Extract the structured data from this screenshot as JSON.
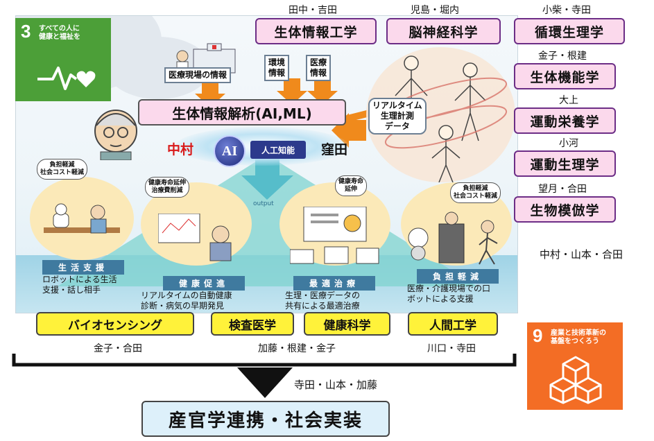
{
  "sdg3": {
    "number": "3",
    "text_line1": "すべての人に",
    "text_line2": "健康と福祉を"
  },
  "sdg9": {
    "number": "9",
    "text_line1": "産業と技術革新の",
    "text_line2": "基盤をつくろう"
  },
  "top_names": {
    "col1": "田中・吉田",
    "col2": "児島・堀内",
    "col3": "小柴・寺田"
  },
  "top_fields": {
    "col1": "生体情報工学",
    "col2": "脳神経科学",
    "col3": "循環生理学"
  },
  "right_column": [
    {
      "names": "金子・根建",
      "field": "生体機能学"
    },
    {
      "names": "大上",
      "field": "運動栄養学"
    },
    {
      "names": "小河",
      "field": "運動生理学"
    },
    {
      "names": "望月・合田",
      "field": "生物模倣学"
    }
  ],
  "right_extra_names": "中村・山本・合田",
  "illustration": {
    "medical_info": "医療現場の情報",
    "env_info_1": "環境",
    "env_info_2": "情報",
    "med_info_1": "医療",
    "med_info_2": "情報",
    "central_title": "生体情報解析(AI,ML)",
    "ai_label": "AI",
    "ai_sub": "人工知能",
    "left_name": "中村",
    "right_name": "窪田",
    "realtime_1": "リアルタイム",
    "realtime_2": "生理計測",
    "realtime_3": "データ",
    "output": "output",
    "bubble1_1": "負担軽減",
    "bubble1_2": "社会コスト軽減",
    "bubble2_1": "健康寿命延伸",
    "bubble2_2": "治療費削減",
    "bubble3_1": "健康寿命",
    "bubble3_2": "延伸",
    "bubble4_1": "負担軽減",
    "bubble4_2": "社会コスト軽減"
  },
  "panels": [
    {
      "tag": "生活支援",
      "cap1": "ロボットによる生活",
      "cap2": "支援・話し相手"
    },
    {
      "tag": "健康促進",
      "cap1": "リアルタイムの自動健康",
      "cap2": "診断・病気の早期発見"
    },
    {
      "tag": "最適治療",
      "cap1": "生理・医療データの",
      "cap2": "共有による最適治療"
    },
    {
      "tag": "負担軽減",
      "cap1": "医療・介護現場での口",
      "cap2": "ボットによる支援"
    }
  ],
  "bottom_fields": [
    "バイオセンシング",
    "検査医学",
    "健康科学",
    "人間工学"
  ],
  "bottom_names": {
    "left": "金子・合田",
    "middle": "加藤・根建・金子",
    "right": "川口・寺田"
  },
  "arrow_names": "寺田・山本・加藤",
  "final_box": "産官学連携・社会実装",
  "colors": {
    "pink_fill": "#fbd9ec",
    "pink_border": "#6c2d86",
    "yellow": "#fff23a",
    "sdg3_green": "#4c9f38",
    "sdg9_orange": "#f36d25",
    "ai_blue": "#2c3a8c"
  }
}
